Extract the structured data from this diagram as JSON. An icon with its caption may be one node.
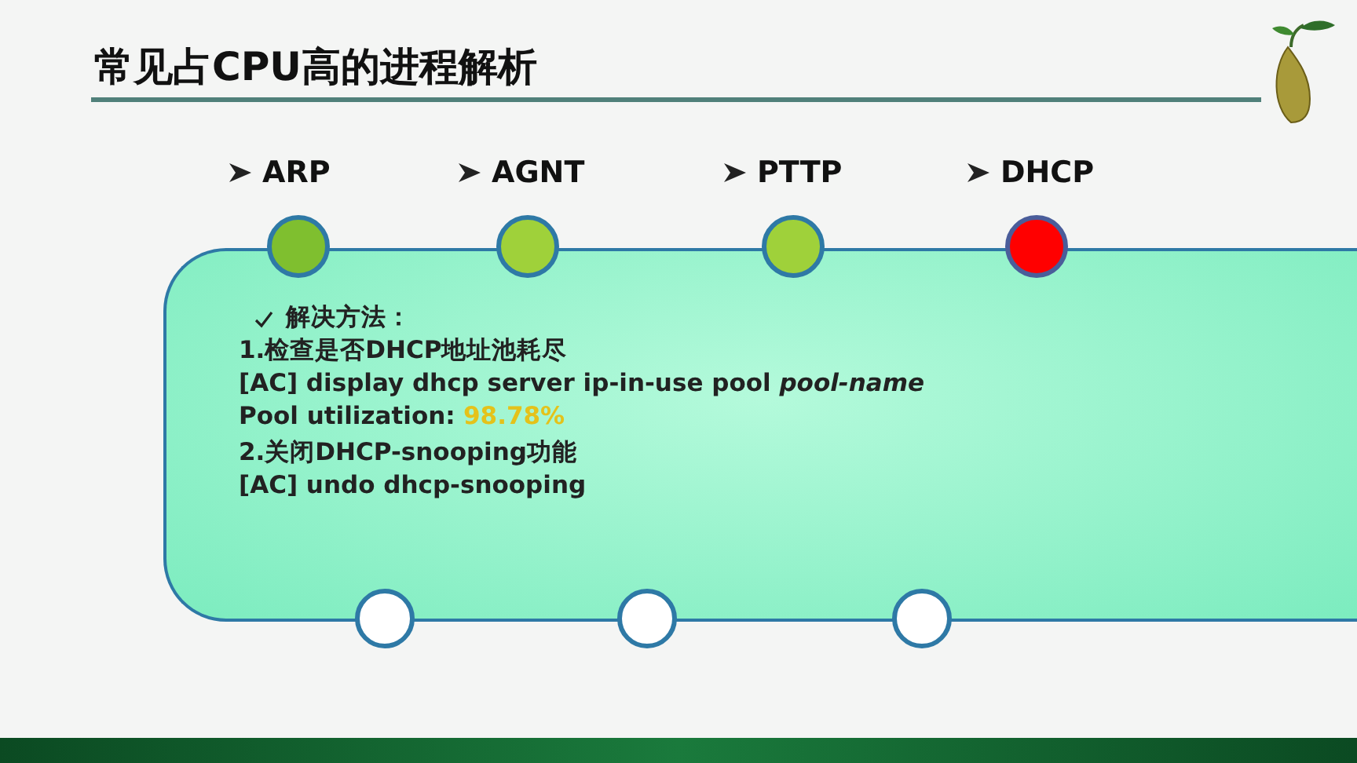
{
  "diagram": {
    "title": "常见占CPU高的进程解析",
    "nodes": [
      {
        "text": [],
        "shape": "circle",
        "beside": [
          "ARP"
        ]
      },
      {
        "text": [],
        "shape": "circle",
        "beside": [
          "AGNT"
        ]
      },
      {
        "text": [],
        "shape": "circle",
        "beside": [
          "PTTP"
        ]
      },
      {
        "text": [],
        "shape": "circle",
        "beside": [
          "DHCP"
        ]
      },
      {
        "text": [
          "解决方法：",
          "1.检查是否DHCP地址池耗尽",
          "[AC] display dhcp server ip-in-use pool *pool-name*",
          "Pool utilization:",
          "98.78%",
          "2.关闭DHCP-snooping功能",
          "[AC] undo dhcp-snooping"
        ]
      },
      {
        "text": [],
        "shape": "circle"
      },
      {
        "text": [],
        "shape": "circle"
      },
      {
        "text": [],
        "shape": "circle"
      }
    ]
  }
}
